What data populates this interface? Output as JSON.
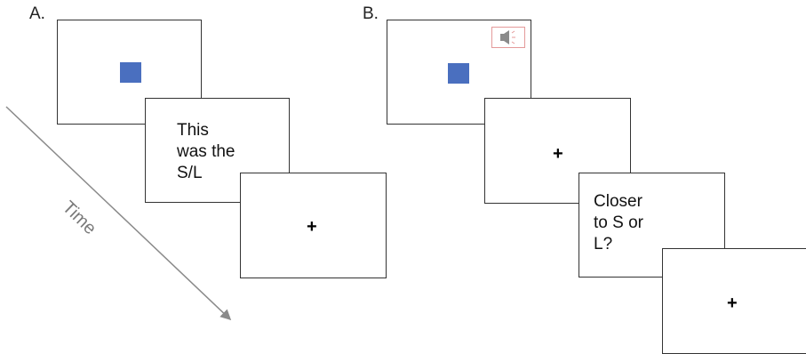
{
  "panel_a": {
    "label": "A.",
    "frame1": {
      "stimulus": "blue-square"
    },
    "frame2": {
      "text": "This\nwas the\nS/L"
    },
    "frame3": {
      "symbol": "+"
    }
  },
  "panel_b": {
    "label": "B.",
    "frame1": {
      "stimulus": "blue-square",
      "icon": "speaker-icon"
    },
    "frame2": {
      "symbol": "+"
    },
    "frame3": {
      "text": "Closer\nto S or\nL?"
    },
    "frame4": {
      "symbol": "+"
    }
  },
  "timeline": {
    "label": "Time"
  },
  "colors": {
    "stimulus": "#4A6FBF",
    "speaker_border": "#E49A9A",
    "speaker_glyph": "#8a8a8a",
    "frame_border": "#333333",
    "arrow": "#8a8a8a"
  }
}
